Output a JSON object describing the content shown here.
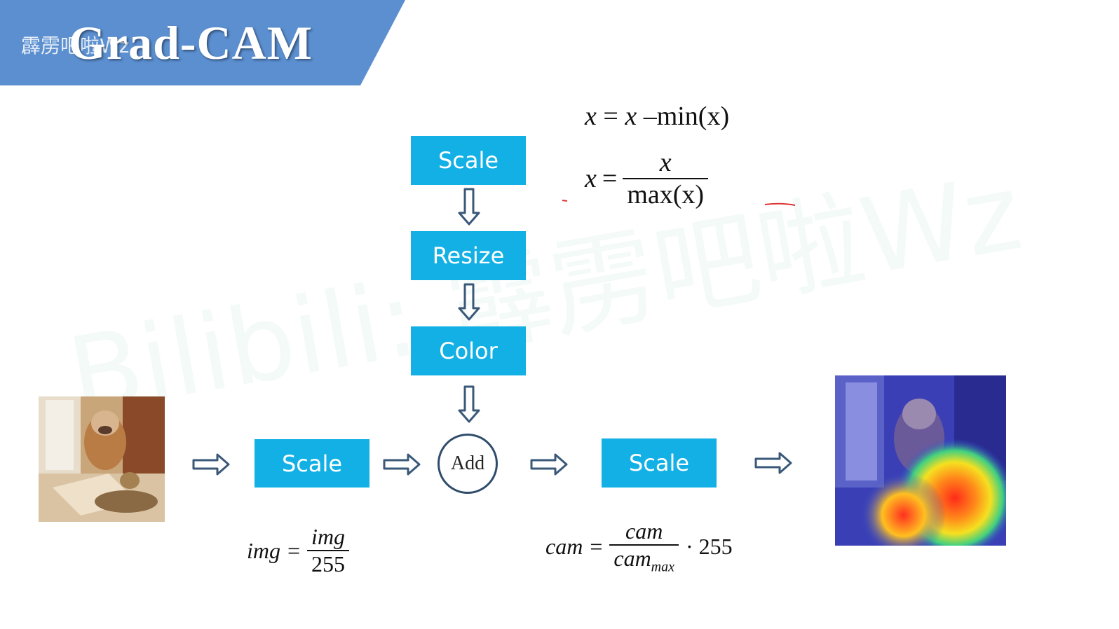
{
  "header": {
    "title": "Grad-CAM",
    "channel_name": "霹雳吧啦Wz",
    "banner_color": "#5b8fd0"
  },
  "watermark": "Bilibili: 霹雳吧啦Wz",
  "pipeline": {
    "vertical_boxes": [
      "Scale",
      "Resize",
      "Color"
    ],
    "horizontal_scale_left": "Scale",
    "add_node": "Add",
    "horizontal_scale_right": "Scale",
    "box_color": "#12b0e5"
  },
  "formulas": {
    "min_sub": {
      "lhs": "x",
      "eq": "=",
      "rhs_var": "x",
      "op": "–",
      "func": "min(x)"
    },
    "max_div": {
      "lhs": "x",
      "eq": "=",
      "numerator": "x",
      "denominator": "max(x)"
    },
    "img": {
      "lhs": "img",
      "eq": "=",
      "numerator": "img",
      "denominator": "255"
    },
    "cam": {
      "lhs": "cam",
      "eq": "=",
      "numerator": "cam",
      "denominator_base": "cam",
      "denominator_sub": "max",
      "multiplier": "· 255"
    }
  },
  "images": {
    "input": "input-photo-dog-and-cat",
    "output": "heatmap-overlay-photo"
  }
}
